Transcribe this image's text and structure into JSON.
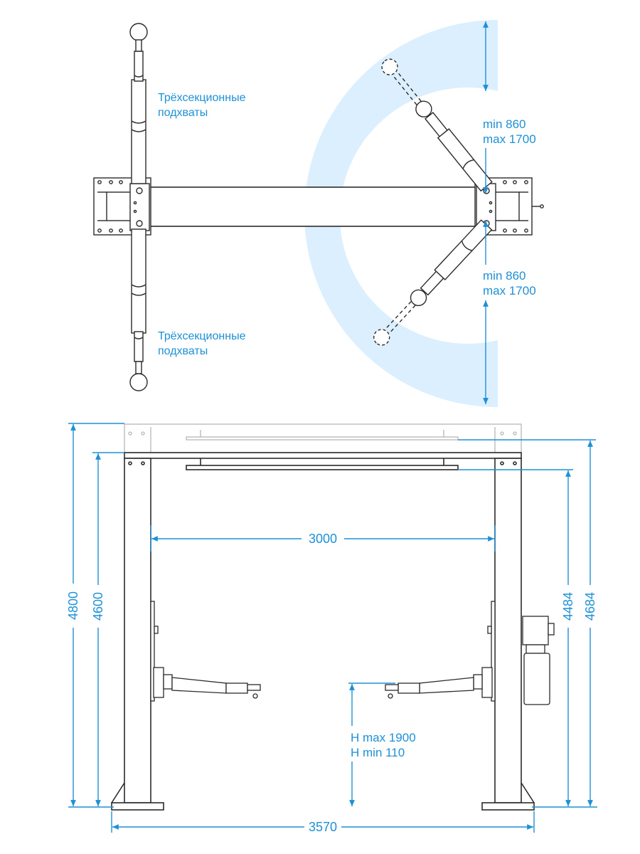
{
  "colors": {
    "outline": "#2b2b2b",
    "ghost": "#b7b7b7",
    "dimension": "#1e90d6",
    "swing_zone": "#dcefff"
  },
  "top_view": {
    "left_arms_label_top": [
      "Трёхсекционные",
      "подхваты"
    ],
    "left_arms_label_bottom": [
      "Трёхсекционные",
      "подхваты"
    ],
    "right_arm_top_range": [
      "min 860",
      "max 1700"
    ],
    "right_arm_bottom_range": [
      "min 860",
      "max 1700"
    ]
  },
  "front_view": {
    "inner_width": "3000",
    "overall_width": "3570",
    "height_max": "4800",
    "height_min": "4600",
    "right_height_small": "4484",
    "right_height_large": "4684",
    "lift_height_max": "H max 1900",
    "lift_height_min": "H min 110"
  }
}
